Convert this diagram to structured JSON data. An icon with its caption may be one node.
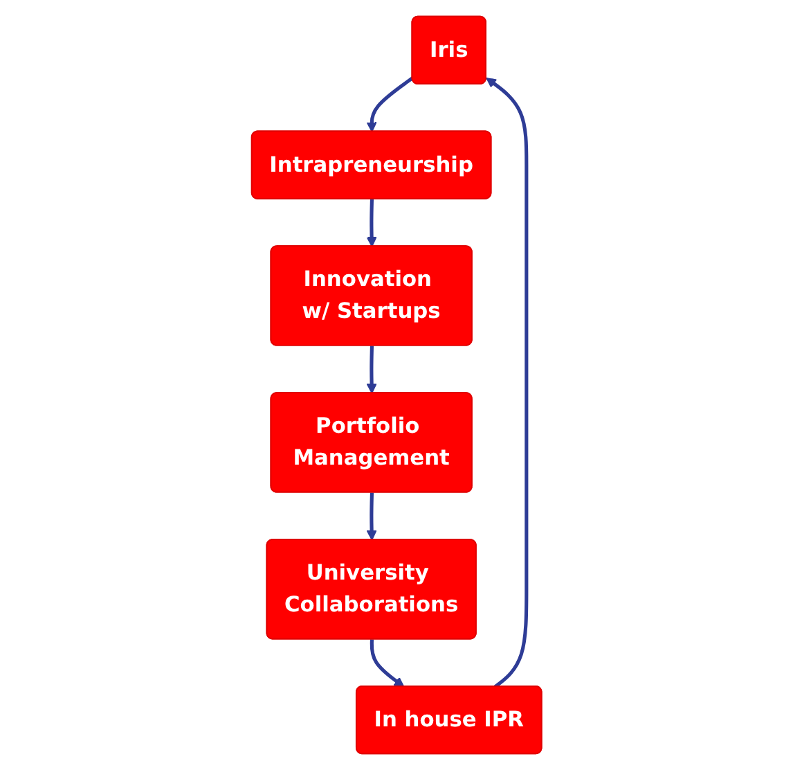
{
  "diagram": {
    "nodes": [
      {
        "text": [
          "Iris"
        ]
      },
      {
        "text": [
          "Intrapreneurship"
        ]
      },
      {
        "text": [
          "Innovation w/ Startups"
        ]
      },
      {
        "text": [
          "Portfolio Management"
        ]
      },
      {
        "text": [
          "University Collaborations"
        ]
      },
      {
        "text": [
          "In house IPR"
        ]
      }
    ],
    "edges": [
      {
        "from": 0,
        "to": 1,
        "arrow": "to"
      },
      {
        "from": 1,
        "to": 2,
        "arrow": "to"
      },
      {
        "from": 2,
        "to": 3,
        "arrow": "to"
      },
      {
        "from": 3,
        "to": 4,
        "arrow": "to"
      },
      {
        "from": 4,
        "to": 5,
        "arrow": "to"
      },
      {
        "from": 5,
        "to": 0,
        "arrow": "to"
      }
    ]
  }
}
